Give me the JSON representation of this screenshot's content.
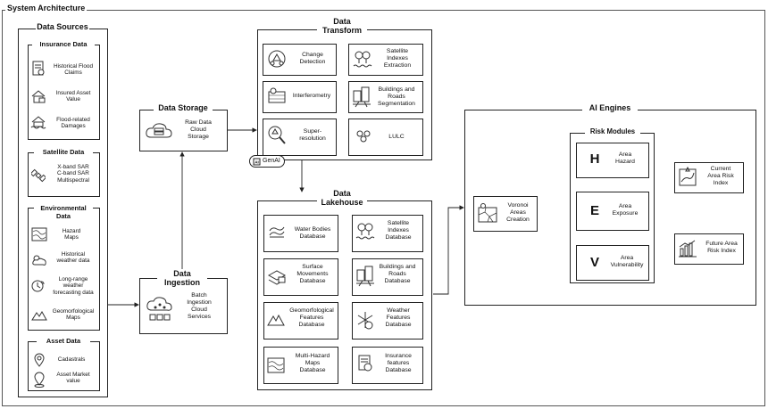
{
  "main_title": "System Architecture",
  "data_sources": {
    "title": "Data Sources",
    "insurance": {
      "title": "Insurance Data",
      "items": [
        "Historical Flood\nClaims",
        "Insured Asset\nValue",
        "Flood-related\nDamages"
      ]
    },
    "satellite": {
      "title": "Satellite Data",
      "items": [
        "X-band SAR\nC-band SAR\nMultispectral"
      ]
    },
    "environmental": {
      "title": "Environmental\nData",
      "items": [
        "Hazard\nMaps",
        "Historical\nweather data",
        "Long-range\nweather\nforecasting data",
        "Geomorfological\nMaps"
      ]
    },
    "asset": {
      "title": "Asset Data",
      "items": [
        "Cadastrals",
        "Asset Market\nvalue"
      ]
    }
  },
  "data_ingestion": {
    "title": "Data\nIngestion",
    "label": "Batch\nIngestion\nCloud\nServices"
  },
  "data_storage": {
    "title": "Data Storage",
    "label": "Raw Data\nCloud\nStorage"
  },
  "data_transform": {
    "title": "Data\nTransform",
    "items": [
      "Change\nDetection",
      "Satellite\nIndexes\nExtraction",
      "Interferometry",
      "Buildings and\nRoads\nSegmentation",
      "Super-\nresolution",
      "LULC"
    ],
    "genai_label": "GenAI"
  },
  "data_lakehouse": {
    "title": "Data\nLakehouse",
    "items": [
      "Water Bodies\nDatabase",
      "Satellite\nIndexes\nDatabase",
      "Surface\nMovements\nDatabase",
      "Buildings and\nRoads\nDatabase",
      "Geomorfological\nFeatures\nDatabase",
      "Weather\nFeatures\nDatabase",
      "Multi-Hazard\nMaps\nDatabase",
      "Insurance\nfeatures\nDatabase"
    ]
  },
  "ai_engines": {
    "title": "AI Engines",
    "voronoi_label": "Voronoi\nAreas\nCreation",
    "risk_modules": {
      "title": "Risk Modules",
      "items": [
        {
          "letter": "H",
          "label": "Area\nHazard"
        },
        {
          "letter": "E",
          "label": "Area\nExposure"
        },
        {
          "letter": "V",
          "label": "Area\nVulnerability"
        }
      ]
    },
    "outputs": [
      "Current\nArea Risk\nIndex",
      "Future Area\nRisk Index"
    ]
  }
}
